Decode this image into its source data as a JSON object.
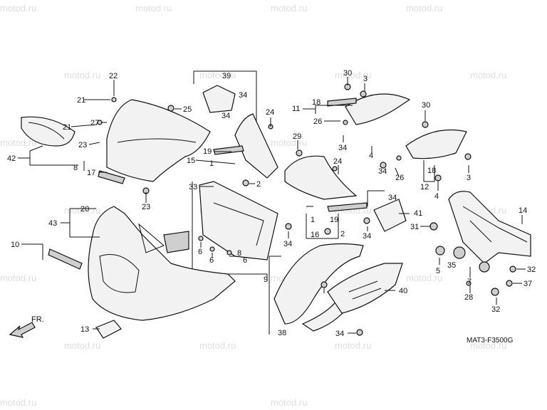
{
  "diagram": {
    "code": "MAT3-F3500G",
    "watermark": "motod.ru",
    "front_label": "FR.",
    "callouts": [
      {
        "id": "c1",
        "text": "22"
      },
      {
        "id": "c2",
        "text": "21"
      },
      {
        "id": "c3",
        "text": "27"
      },
      {
        "id": "c4",
        "text": "21"
      },
      {
        "id": "c5",
        "text": "23"
      },
      {
        "id": "c6",
        "text": "25"
      },
      {
        "id": "c7",
        "text": "42"
      },
      {
        "id": "c8",
        "text": "8"
      },
      {
        "id": "c9",
        "text": "17"
      },
      {
        "id": "c10",
        "text": "23"
      },
      {
        "id": "c11",
        "text": "39"
      },
      {
        "id": "c12",
        "text": "34"
      },
      {
        "id": "c13",
        "text": "34"
      },
      {
        "id": "c14",
        "text": "24"
      },
      {
        "id": "c15",
        "text": "30"
      },
      {
        "id": "c16",
        "text": "3"
      },
      {
        "id": "c17",
        "text": "18"
      },
      {
        "id": "c18",
        "text": "11"
      },
      {
        "id": "c19",
        "text": "26"
      },
      {
        "id": "c20",
        "text": "30"
      },
      {
        "id": "c21",
        "text": "29"
      },
      {
        "id": "c22",
        "text": "34"
      },
      {
        "id": "c23",
        "text": "4"
      },
      {
        "id": "c24",
        "text": "19"
      },
      {
        "id": "c25",
        "text": "15"
      },
      {
        "id": "c26",
        "text": "1"
      },
      {
        "id": "c27",
        "text": "33"
      },
      {
        "id": "c28",
        "text": "2"
      },
      {
        "id": "c29",
        "text": "24"
      },
      {
        "id": "c30",
        "text": "34"
      },
      {
        "id": "c31",
        "text": "26"
      },
      {
        "id": "c32",
        "text": "18"
      },
      {
        "id": "c33",
        "text": "3"
      },
      {
        "id": "c34",
        "text": "12"
      },
      {
        "id": "c35",
        "text": "4"
      },
      {
        "id": "c36",
        "text": "20"
      },
      {
        "id": "c37",
        "text": "43"
      },
      {
        "id": "c38",
        "text": "10"
      },
      {
        "id": "c39",
        "text": "6"
      },
      {
        "id": "c40",
        "text": "6"
      },
      {
        "id": "c41",
        "text": "8"
      },
      {
        "id": "c42",
        "text": "6"
      },
      {
        "id": "c43",
        "text": "9"
      },
      {
        "id": "c44",
        "text": "34"
      },
      {
        "id": "c45",
        "text": "34"
      },
      {
        "id": "c46",
        "text": "1"
      },
      {
        "id": "c47",
        "text": "19"
      },
      {
        "id": "c48",
        "text": "16"
      },
      {
        "id": "c49",
        "text": "2"
      },
      {
        "id": "c50",
        "text": "41"
      },
      {
        "id": "c51",
        "text": "34"
      },
      {
        "id": "c52",
        "text": "31"
      },
      {
        "id": "c53",
        "text": "14"
      },
      {
        "id": "c54",
        "text": "5"
      },
      {
        "id": "c55",
        "text": "35"
      },
      {
        "id": "c56",
        "text": "32"
      },
      {
        "id": "c57",
        "text": "7"
      },
      {
        "id": "c58",
        "text": "37"
      },
      {
        "id": "c59",
        "text": "28"
      },
      {
        "id": "c60",
        "text": "32"
      },
      {
        "id": "c61",
        "text": "40"
      },
      {
        "id": "c62",
        "text": "13"
      },
      {
        "id": "c63",
        "text": "38"
      },
      {
        "id": "c64",
        "text": "34"
      }
    ]
  }
}
